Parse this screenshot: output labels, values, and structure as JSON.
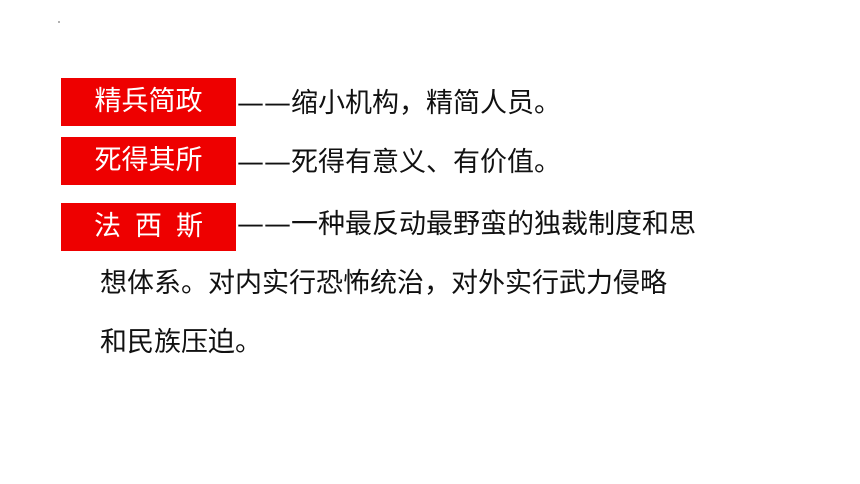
{
  "terms": [
    {
      "term": "精兵简政",
      "definition": "——缩小机构，精简人员。"
    },
    {
      "term": "死得其所",
      "definition": "——死得有意义、有价值。"
    },
    {
      "term": "法西斯",
      "definition_line1": "——一种最反动最野蛮的独裁制度和思",
      "definition_line2": "想体系。对内实行恐怖统治，对外实行武力侵略",
      "definition_line3": "和民族压迫。"
    }
  ],
  "colors": {
    "label_background": "#ee0000",
    "label_text": "#ffffff",
    "body_text": "#111111"
  }
}
